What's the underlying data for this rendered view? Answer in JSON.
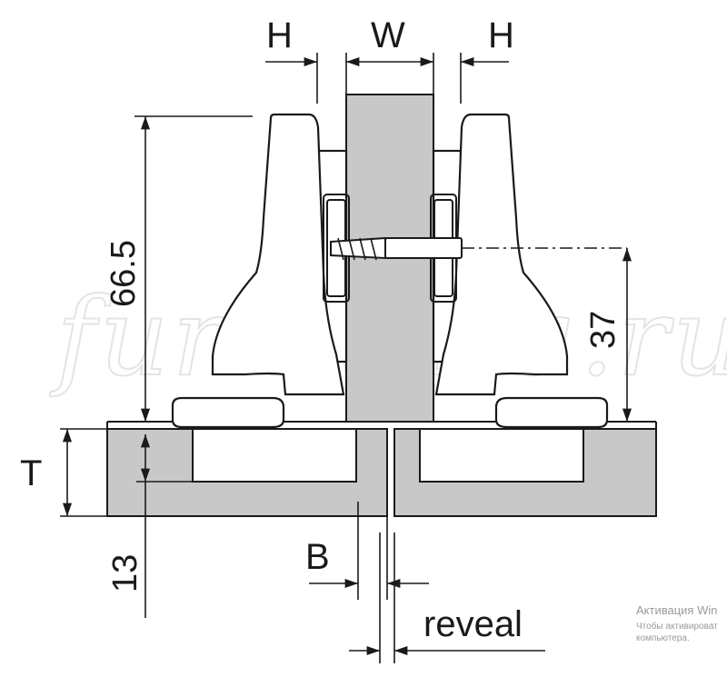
{
  "labels": {
    "h_left": "H",
    "w": "W",
    "h_right": "H",
    "height_total": "66.5",
    "height_screw": "37",
    "t": "T",
    "depth": "13",
    "b": "B",
    "reveal": "reveal"
  },
  "watermark": "furnitura.ru",
  "activation": {
    "line1": "Активация Win",
    "line2": "Чтобы активироват",
    "line3": "компьютера."
  },
  "colors": {
    "panel_fill": "#c8c8c8",
    "outline": "#1a1a1a",
    "background": "#ffffff"
  }
}
